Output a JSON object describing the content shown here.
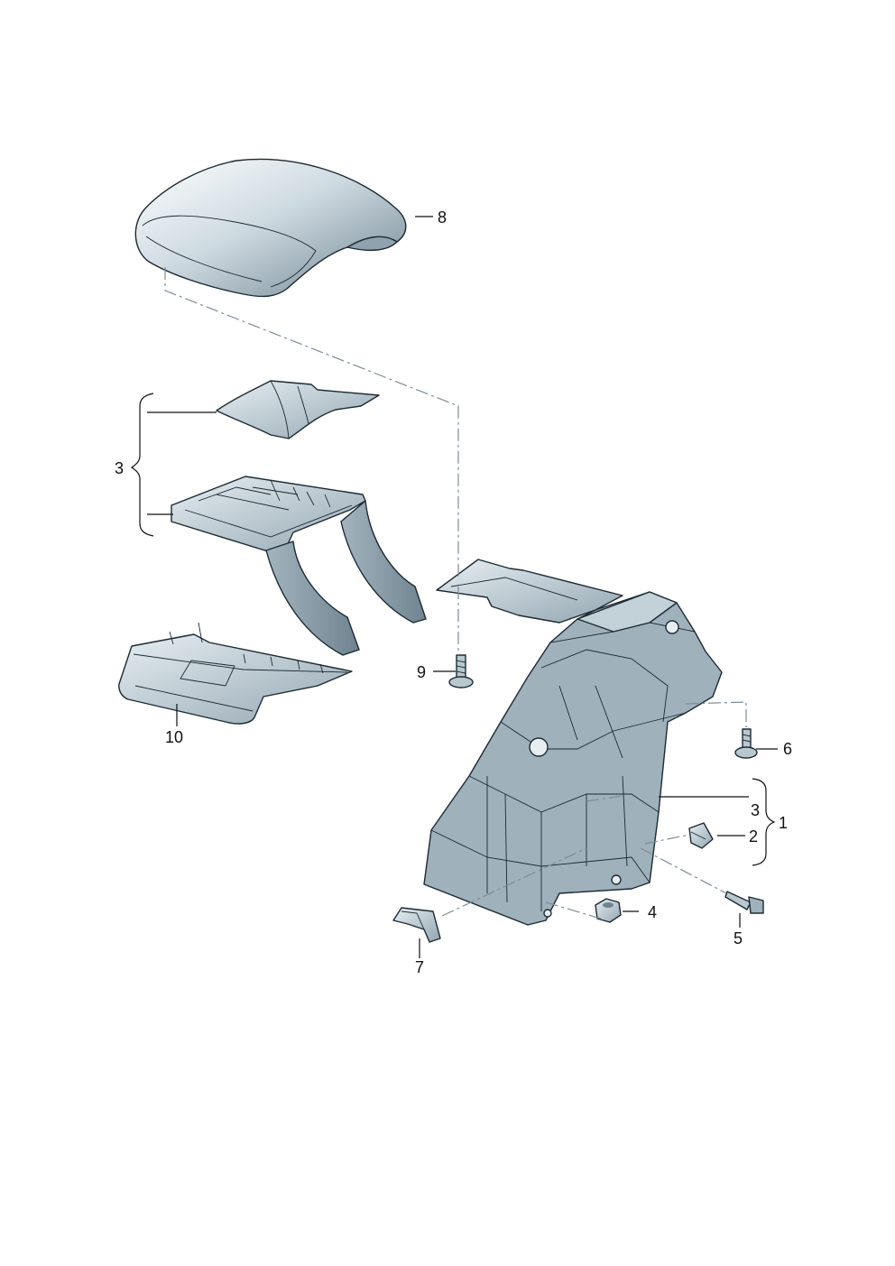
{
  "callouts": {
    "c1": "1",
    "c2": "2",
    "c3_top": "3",
    "c3_bottom": "3",
    "c4": "4",
    "c5": "5",
    "c6": "6",
    "c7": "7",
    "c8": "8",
    "c9": "9",
    "c10": "10"
  },
  "colors": {
    "part_fill": "#b9c7cf",
    "part_light": "#dde6eb",
    "part_dark": "#7f939e",
    "outline": "#1d2a33",
    "label": "#111111"
  }
}
